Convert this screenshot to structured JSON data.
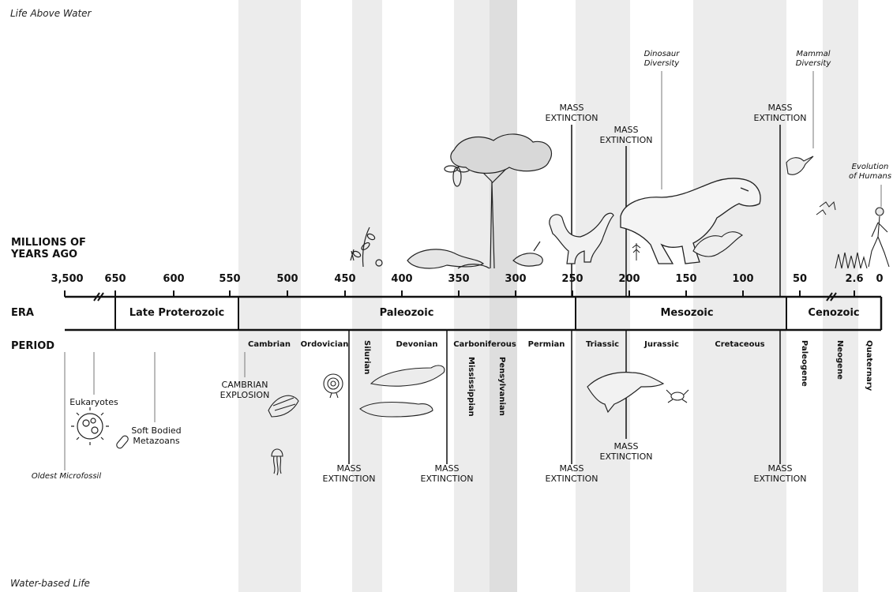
{
  "corners": {
    "top": "Life Above Water",
    "bottom": "Water-based Life"
  },
  "row_headers": {
    "time": "MILLIONS OF YEARS AGO",
    "time_line1": "MILLIONS OF",
    "time_line2": "YEARS AGO",
    "era": "ERA",
    "period": "PERIOD"
  },
  "ticks": [
    "3,500",
    "650",
    "600",
    "550",
    "500",
    "450",
    "400",
    "350",
    "300",
    "250",
    "200",
    "150",
    "100",
    "50",
    "2.6",
    "0"
  ],
  "eras": [
    "Late Proterozoic",
    "Paleozoic",
    "Mesozoic",
    "Cenozoic"
  ],
  "periods": {
    "horizontal": [
      "Cambrian",
      "Ordovician",
      "Devonian",
      "Carboniferous",
      "Permian",
      "Triassic",
      "Jurassic",
      "Cretaceous"
    ],
    "vertical": [
      "Silurian",
      "Mississippian",
      "Pensylvanian",
      "Paleogene",
      "Neogene",
      "Quaternary"
    ]
  },
  "mass_extinction": "MASS\nEXTINCTION",
  "events_above": {
    "dinosaur": "Dinosaur\nDiversity",
    "mammal": "Mammal\nDiversity",
    "humans": "Evolution\nof Humans"
  },
  "events_below": {
    "cambrian": "CAMBRIAN\nEXPLOSION",
    "eukaryotes": "Eukaryotes",
    "soft_bodied": "Soft Bodied\nMetazoans",
    "microfossil": "Oldest Microfossil"
  },
  "colors": {
    "band": "#ececec",
    "band_dark": "#dedede",
    "line": "#111111"
  }
}
